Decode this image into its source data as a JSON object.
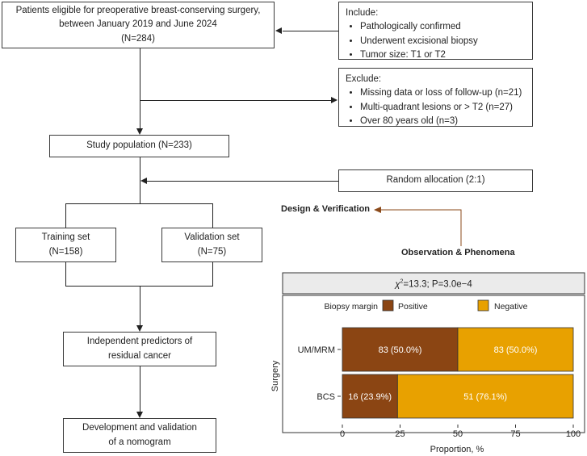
{
  "flow": {
    "patients": {
      "line1": "Patients eligible for preoperative breast-conserving surgery,",
      "line2": "between January 2019 and June 2024",
      "line3": "(N=284)"
    },
    "include": {
      "title": "Include:",
      "items": [
        "Pathologically confirmed",
        "Underwent excisional biopsy",
        "Tumor size: T1 or T2"
      ]
    },
    "exclude": {
      "title": "Exclude:",
      "items": [
        "Missing data or loss of follow-up (n=21)",
        "Multi-quadrant lesions or > T2 (n=27)",
        "Over 80 years old (n=3)"
      ]
    },
    "study": "Study population (N=233)",
    "random": "Random allocation (2:1)",
    "training": {
      "line1": "Training set",
      "line2": "(N=158)"
    },
    "validation": {
      "line1": "Validation set",
      "line2": "(N=75)"
    },
    "predictors": {
      "line1": "Independent predictors of",
      "line2": "residual cancer"
    },
    "nomogram": {
      "line1": "Development and validation",
      "line2": "of a nomogram"
    }
  },
  "annotations": {
    "design": "Design & Verification",
    "observation": "Observation & Phenomena",
    "arrow_color": "#8B4A1A"
  },
  "chart_data": {
    "type": "bar",
    "stacked": true,
    "orientation": "horizontal",
    "stat_header": {
      "chi": "χ",
      "sup": "2",
      "rest": "=13.3; P=3.0e−4"
    },
    "legend_title": "Biopsy margin",
    "categories": [
      "UM/MRM",
      "BCS"
    ],
    "series": [
      {
        "name": "Positive",
        "color": "#8B4513",
        "values": [
          50.0,
          23.9
        ],
        "labels": [
          "83 (50.0%)",
          "16 (23.9%)"
        ]
      },
      {
        "name": "Negative",
        "color": "#E8A100",
        "values": [
          50.0,
          76.1
        ],
        "labels": [
          "83 (50.0%)",
          "51 (76.1%)"
        ]
      }
    ],
    "xlabel": "Proportion, %",
    "ylabel": "Surgery",
    "xlim": [
      0,
      100
    ],
    "xticks": [
      "0",
      "25",
      "50",
      "75",
      "100"
    ]
  }
}
